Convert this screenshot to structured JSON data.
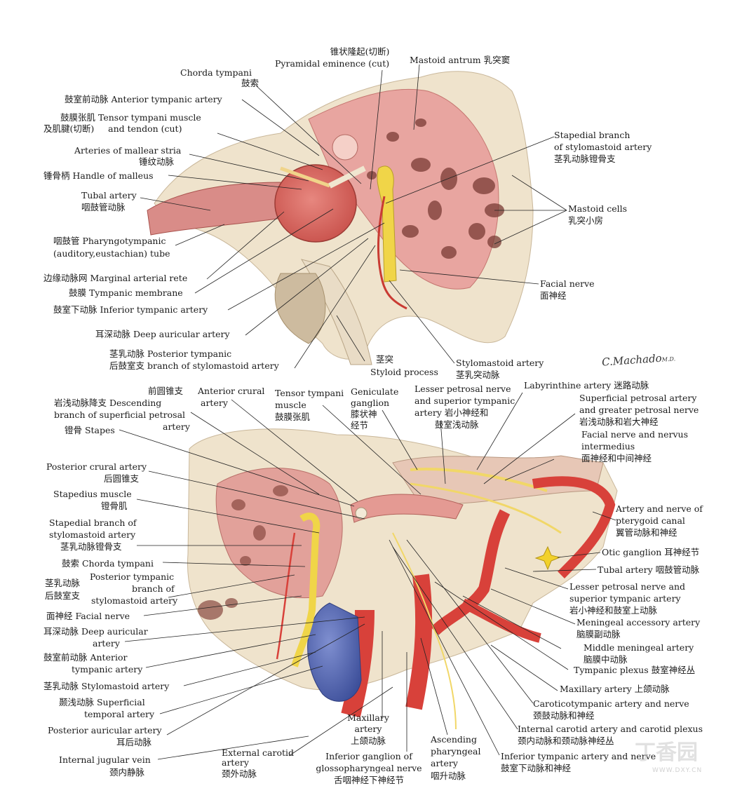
{
  "signature": "C.Machado",
  "signature_suffix": "M.D.",
  "watermark": {
    "logo": "丁香园",
    "url": "WWW.DXY.CN"
  },
  "colors": {
    "bone": "#efe3cc",
    "mucosa": "#e58a86",
    "artery": "#d8413a",
    "nerve": "#f1d768",
    "vein": "#5a6fb8",
    "leader": "#222222"
  },
  "top_labels": {
    "pyramidal_cn": "锥状隆起(切断)",
    "pyramidal_en": "Pyramidal eminence (cut)",
    "mastoid_antrum": "Mastoid antrum 乳突窦",
    "chorda_en": "Chorda tympani",
    "chorda_cn": "鼓索",
    "ant_tymp_artery": "鼓室前动脉 Anterior tympanic artery",
    "tensor_l1": "鼓膜张肌 Tensor tympani muscle",
    "tensor_l2": "及肌腱(切断)     and tendon (cut)",
    "mallear_en": "Arteries of mallear stria",
    "mallear_cn": "锤纹动脉",
    "handle_malleus": "锤骨柄 Handle of malleus",
    "tubal_en": "Tubal artery",
    "tubal_cn": "咽鼓管动脉",
    "pharyngo_l1": "咽鼓管 Pharyngotympanic",
    "pharyngo_l2": "(auditory,eustachian) tube",
    "marginal_rete": "边缘动脉网 Marginal arterial rete",
    "tymp_membrane": "鼓膜 Tympanic membrane",
    "inf_tymp_artery": "鼓室下动脉 Inferior tympanic artery",
    "deep_auricular": "耳深动脉 Deep auricular artery",
    "post_tymp_l1": "茎乳动脉 Posterior tympanic",
    "post_tymp_l2": "后鼓室支 branch of stylomastoid artery",
    "styloid_cn": "茎突",
    "styloid_en": "Styloid process",
    "stylomastoid_en": "Stylomastoid artery",
    "stylomastoid_cn": "茎乳突动脉",
    "stapedial_l1": "Stapedial branch",
    "stapedial_l2": "of stylomastoid artery",
    "stapedial_l3": "茎乳动脉镫骨支",
    "mastoid_cells_en": "Mastoid cells",
    "mastoid_cells_cn": "乳突小房",
    "facial_en": "Facial nerve",
    "facial_cn": "面神经"
  },
  "bottom_labels": {
    "ant_crus_cn": "前圆锥支",
    "ant_crus_en1": "Anterior crural",
    "ant_crus_en2": "artery",
    "desc_l1": "岩浅动脉降支 Descending",
    "desc_l2": "branch of superficial petrosal",
    "desc_l3": "artery",
    "stapes": "镫骨 Stapes",
    "tensor_en1": "Tensor tympani",
    "tensor_en2": "muscle",
    "tensor_cn": "鼓膜张肌",
    "geniculate_en1": "Geniculate",
    "geniculate_en2": "ganglion",
    "geniculate_cn1": "膝状神",
    "geniculate_cn2": "经节",
    "lesser_pet_l1": "Lesser petrosal nerve",
    "lesser_pet_l2": "and superior tympanic",
    "lesser_pet_l3": "artery 岩小神经和",
    "lesser_pet_l4": "鼓室浅动脉",
    "labyrinthine": "Labyrinthine artery 迷路动脉",
    "sup_pet_l1": "Superficial petrosal artery",
    "sup_pet_l2": "and greater petrosal nerve",
    "sup_pet_l3": "岩浅动脉和岩大神经",
    "facial_int_l1": "Facial nerve and nervus",
    "facial_int_l2": "intermedius",
    "facial_int_l3": "面神经和中间神经",
    "post_crural_en": "Posterior crural artery",
    "post_crural_cn": "后圆锥支",
    "stapedius_en": "Stapedius muscle",
    "stapedius_cn": "镫骨肌",
    "stap_branch_l1": "Stapedial branch of",
    "stap_branch_l2": "stylomastoid artery",
    "stap_branch_l3": "茎乳动脉镫骨支",
    "pterygoid_l1": "Artery and nerve of",
    "pterygoid_l2": "pterygoid canal",
    "pterygoid_l3": "翼管动脉和神经",
    "chorda": "鼓索 Chorda tympani",
    "otic": "Otic ganglion 耳神经节",
    "post_tymp_en1": "Posterior tympanic",
    "post_tymp_en2": "branch of",
    "post_tymp_en3": "stylomastoid artery",
    "post_tymp_cn1": "茎乳动脉",
    "post_tymp_cn2": "后鼓室支",
    "tubal": "Tubal artery 咽鼓管动脉",
    "lesser_pet2_l1": "Lesser petrosal nerve and",
    "lesser_pet2_l2": "superior tympanic artery",
    "lesser_pet2_l3": "岩小神经和鼓室上动脉",
    "facial": "面神经 Facial nerve",
    "meningeal_acc_en": "Meningeal accessory artery",
    "meningeal_acc_cn": "脑膜副动脉",
    "deep_aur_l1": "耳深动脉 Deep auricular",
    "deep_aur_l2": "artery",
    "middle_men_en": "Middle meningeal artery",
    "middle_men_cn": "脑膜中动脉",
    "ant_tymp_l1": "鼓室前动脉 Anterior",
    "ant_tymp_l2": "tympanic artery",
    "tymp_plexus": "Tympanic plexus 鼓室神经丛",
    "stylomastoid": "茎乳动脉 Stylomastoid artery",
    "maxillary_r": "Maxillary artery 上颌动脉",
    "sup_temp_l1": "颞浅动脉 Superficial",
    "sup_temp_l2": "temporal artery",
    "caroticotymp_l1": "Caroticotympanic artery and nerve",
    "caroticotymp_l2": "颈鼓动脉和神经",
    "post_auric_l1": "Posterior auricular artery",
    "post_auric_l2": "耳后动脉",
    "maxillary_en1": "Maxillary",
    "maxillary_en2": "artery",
    "maxillary_cn": "上颌动脉",
    "int_carotid_l1": "Internal carotid artery and carotid plexus",
    "int_carotid_l2": "颈内动脉和颈动脉神经丛",
    "ascending_l1": "Ascending",
    "ascending_l2": "pharyngeal",
    "ascending_l3": "artery",
    "ascending_l4": "咽升动脉",
    "ext_carotid_l1": "External carotid",
    "ext_carotid_l2": "artery",
    "ext_carotid_l3": "颈外动脉",
    "inf_ganglion_l1": "Inferior ganglion of",
    "inf_ganglion_l2": "glossopharyngeal nerve",
    "inf_ganglion_l3": "舌咽神经下神经节",
    "int_jugular_en": "Internal jugular vein",
    "int_jugular_cn": "颈内静脉",
    "inf_tymp_l1": "Inferior tympanic artery and nerve",
    "inf_tymp_l2": "鼓室下动脉和神经"
  }
}
